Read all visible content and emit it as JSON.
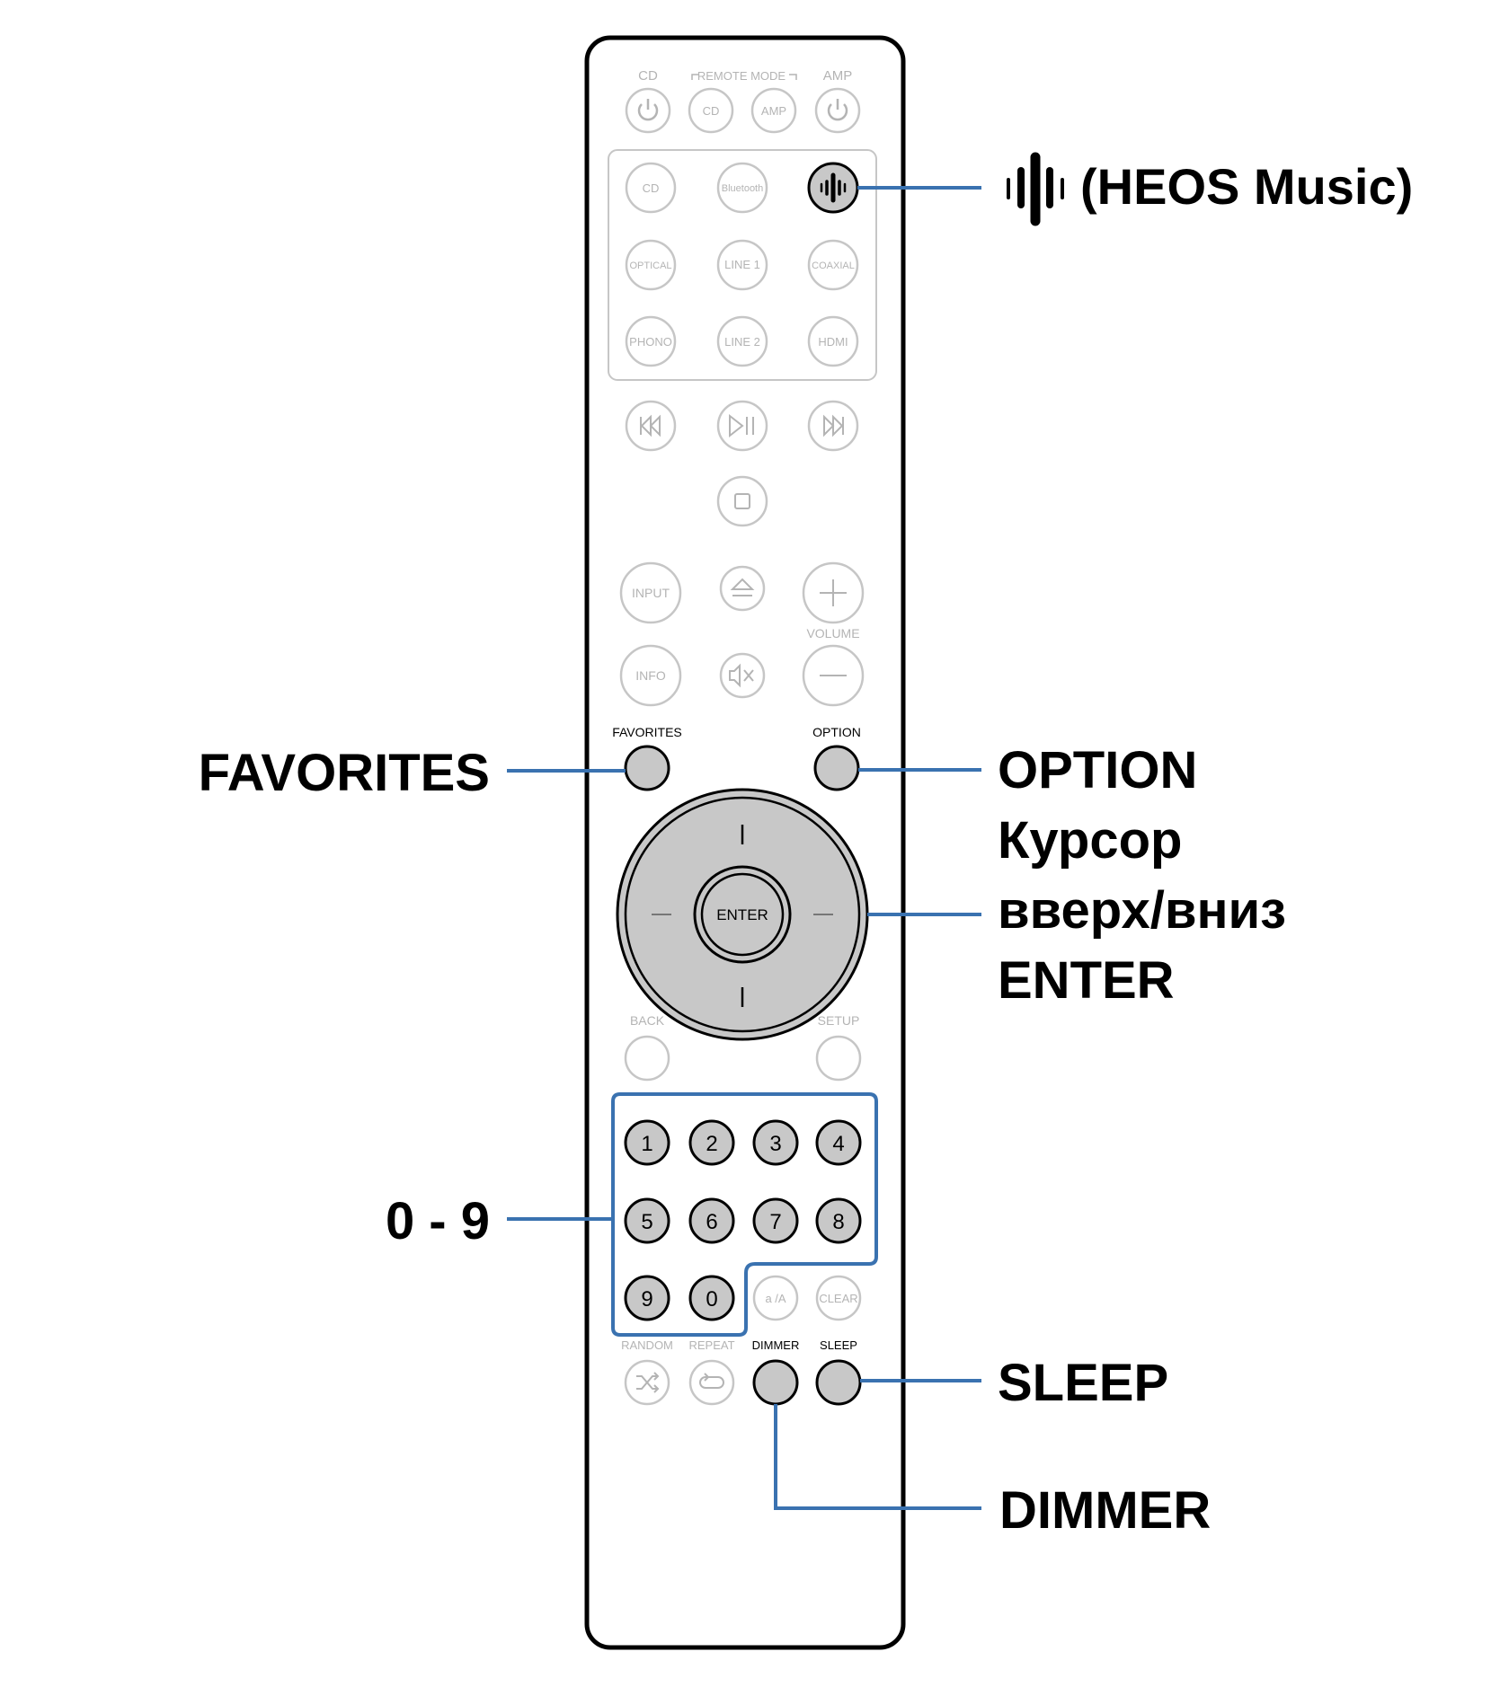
{
  "remote": {
    "top_labels": {
      "cd": "CD",
      "remote_mode": "REMOTE MODE",
      "amp": "AMP"
    },
    "mode_buttons": {
      "cd": "CD",
      "amp": "AMP"
    },
    "source_buttons": {
      "cd": "CD",
      "bluetooth": "Bluetooth",
      "optical": "OPTICAL",
      "line1": "LINE 1",
      "coaxial": "COAXIAL",
      "phono": "PHONO",
      "line2": "LINE 2",
      "hdmi": "HDMI"
    },
    "input": "INPUT",
    "volume": "VOLUME",
    "info": "INFO",
    "favorites": "FAVORITES",
    "option": "OPTION",
    "enter": "ENTER",
    "back": "BACK",
    "setup": "SETUP",
    "digits": [
      "1",
      "2",
      "3",
      "4",
      "5",
      "6",
      "7",
      "8",
      "9",
      "0"
    ],
    "alpha": "a /A",
    "clear": "CLEAR",
    "random": "RANDOM",
    "repeat": "REPEAT",
    "dimmer": "DIMMER",
    "sleep": "SLEEP"
  },
  "callouts": {
    "heos": "(HEOS Music)",
    "favorites": "FAVORITES",
    "option": "OPTION",
    "cursor_line1": "Курсор",
    "cursor_line2": "вверх/вниз",
    "enter": "ENTER",
    "digits": "0 - 9",
    "sleep": "SLEEP",
    "dimmer": "DIMMER"
  },
  "colors": {
    "callout_line": "#3a72b0",
    "active_button": "#c8c8c8",
    "inactive_outline": "#c6c6c6",
    "inactive_text": "#b4b4b4"
  },
  "icons": {
    "heos": "heos-icon",
    "power": "power-icon",
    "prev": "skip-back-icon",
    "play_pause": "play-pause-icon",
    "next": "skip-forward-icon",
    "stop": "stop-icon",
    "eject": "eject-icon",
    "plus": "plus-icon",
    "minus": "minus-icon",
    "mute": "mute-icon",
    "shuffle": "shuffle-icon",
    "repeat": "repeat-icon"
  }
}
